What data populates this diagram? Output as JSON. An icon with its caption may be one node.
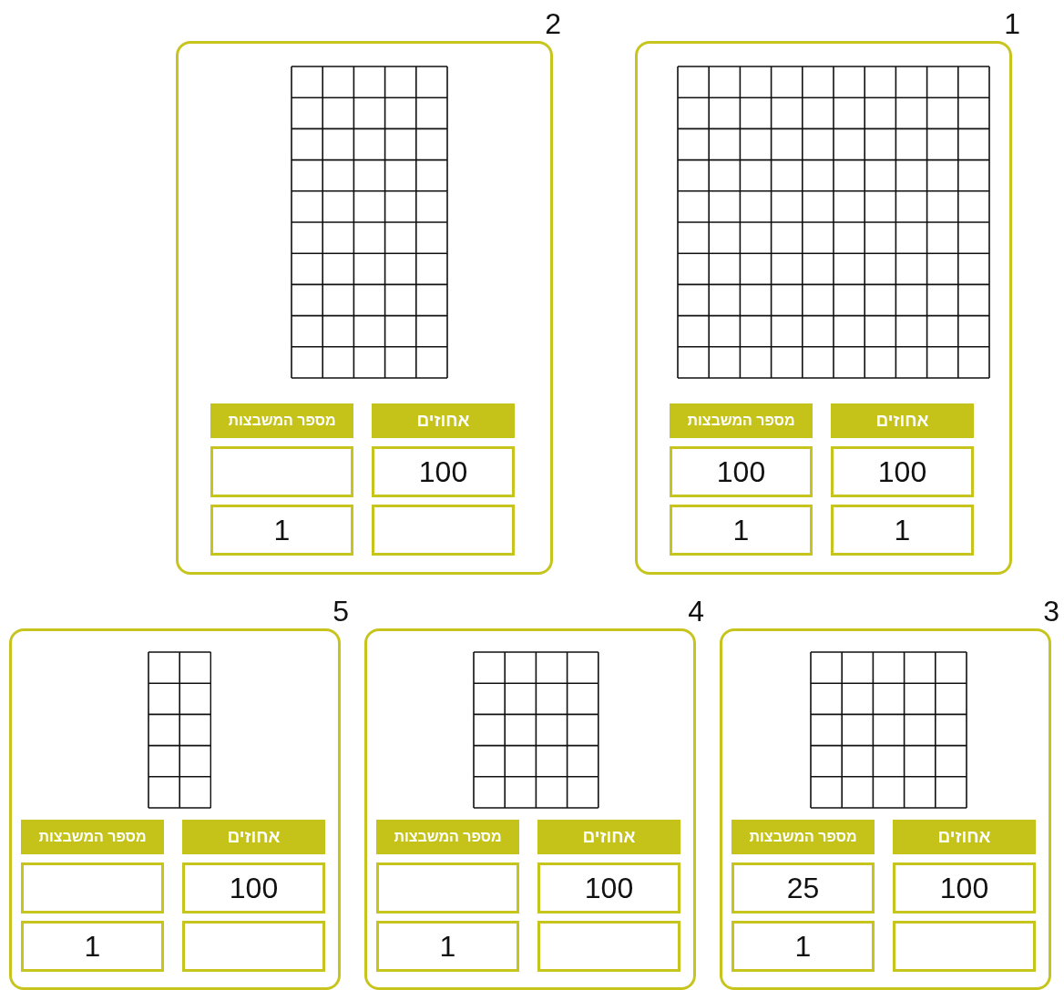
{
  "diagram": {
    "nodes": [
      {
        "text": [
          "1"
        ]
      },
      {
        "text": [
          "אחוזים"
        ],
        "in": 0
      },
      {
        "text": [
          "מספר המשבצות"
        ],
        "in": 0
      },
      {
        "text": [
          "100"
        ],
        "in": 0
      },
      {
        "text": [
          "100"
        ],
        "in": 0
      },
      {
        "text": [
          "1"
        ],
        "in": 0
      },
      {
        "text": [
          "1"
        ],
        "in": 0
      },
      {
        "text": [
          "2"
        ]
      },
      {
        "text": [
          "אחוזים"
        ],
        "in": 7
      },
      {
        "text": [
          "מספר המשבצות"
        ],
        "in": 7
      },
      {
        "text": [
          "100"
        ],
        "in": 7
      },
      {
        "text": [],
        "shape": "box",
        "in": 7
      },
      {
        "text": [],
        "shape": "box",
        "in": 7
      },
      {
        "text": [
          "1"
        ],
        "in": 7
      },
      {
        "text": [
          "3"
        ]
      },
      {
        "text": [
          "אחוזים"
        ],
        "in": 14
      },
      {
        "text": [
          "מספר המשבצות"
        ],
        "in": 14
      },
      {
        "text": [
          "100"
        ],
        "in": 14
      },
      {
        "text": [
          "25"
        ],
        "in": 14
      },
      {
        "text": [],
        "shape": "box",
        "in": 14
      },
      {
        "text": [
          "1"
        ],
        "in": 14
      },
      {
        "text": [
          "4"
        ]
      },
      {
        "text": [
          "אחוזים"
        ],
        "in": 21
      },
      {
        "text": [
          "מספר המשבצות"
        ],
        "in": 21
      },
      {
        "text": [
          "100"
        ],
        "in": 21
      },
      {
        "text": [],
        "shape": "box",
        "in": 21
      },
      {
        "text": [],
        "shape": "box",
        "in": 21
      },
      {
        "text": [
          "1"
        ],
        "in": 21
      },
      {
        "text": [
          "5"
        ]
      },
      {
        "text": [
          "אחוזים"
        ],
        "in": 28
      },
      {
        "text": [
          "מספר המשבצות"
        ],
        "in": 28
      },
      {
        "text": [
          "100"
        ],
        "in": 28
      },
      {
        "text": [],
        "shape": "box",
        "in": 28
      },
      {
        "text": [],
        "shape": "box",
        "in": 28
      },
      {
        "text": [
          "1"
        ],
        "in": 28
      }
    ],
    "edges": []
  }
}
